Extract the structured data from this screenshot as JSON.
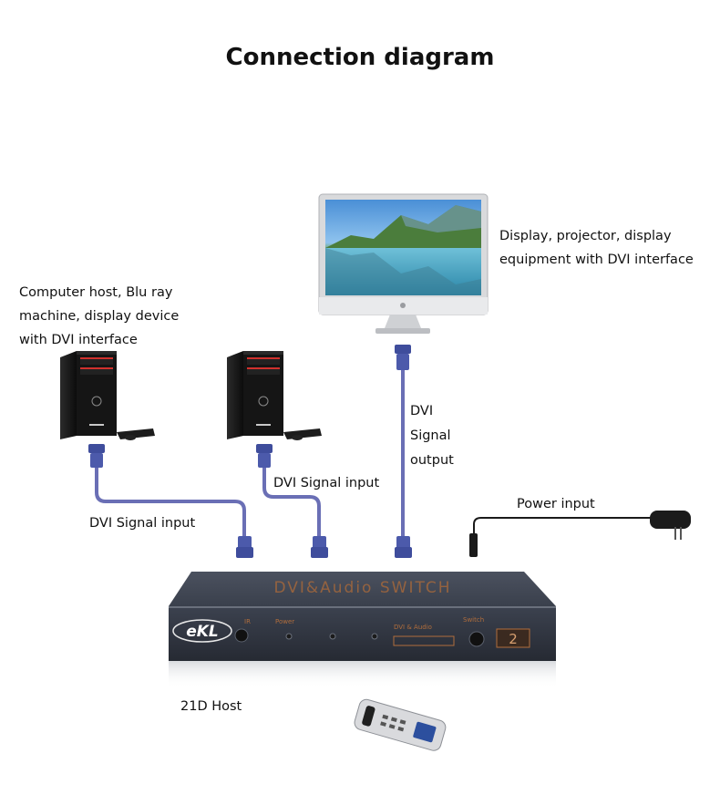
{
  "title": "Connection diagram",
  "labels": {
    "display": [
      "Display, projector, display",
      "equipment with DVI interface"
    ],
    "source": [
      "Computer host, Blu ray",
      "machine, display device",
      "with DVI interface"
    ],
    "dvi_output": [
      "DVI",
      "Signal",
      "output"
    ],
    "dvi_input_right": "DVI Signal input",
    "dvi_input_left": "DVI Signal input",
    "power_input": "Power input",
    "host": "21D Host"
  },
  "device": {
    "top_text": "DVI&Audio SWITCH",
    "logo": "eKL",
    "panel_labels": [
      "IR",
      "Power",
      "DVI & Audio",
      "Switch"
    ],
    "port_badge": "2"
  },
  "colors": {
    "cable": "#6a6fb5",
    "connector": "#3f4d9c",
    "device_body": "#3d4350",
    "device_text": "#b06d3c",
    "pc_body": "#1a1a1a",
    "pc_accent": "#d0312d"
  }
}
